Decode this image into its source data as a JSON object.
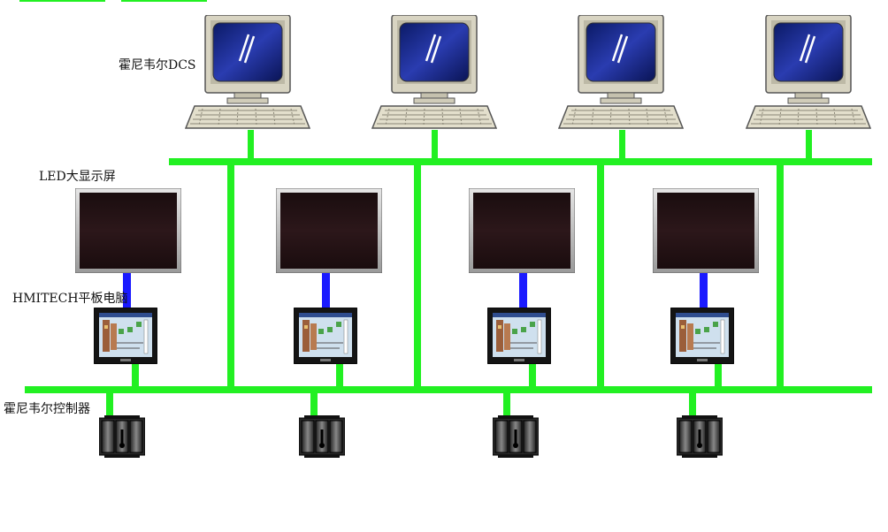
{
  "labels": {
    "dcs": "霍尼韦尔DCS",
    "led": "LED大显示屏",
    "hmi": "HMITECH平板电脑",
    "controller": "霍尼韦尔控制器"
  },
  "colors": {
    "bus": "#22f022",
    "link": "#1a1aff",
    "screen": "#1d2a8c",
    "led_screen": "#261416",
    "case": "#d6d2c0"
  },
  "icons": {
    "workstation": "computer-workstation-icon",
    "led_display": "led-display-icon",
    "tablet": "hmi-tablet-icon",
    "controller": "controller-rack-icon"
  }
}
